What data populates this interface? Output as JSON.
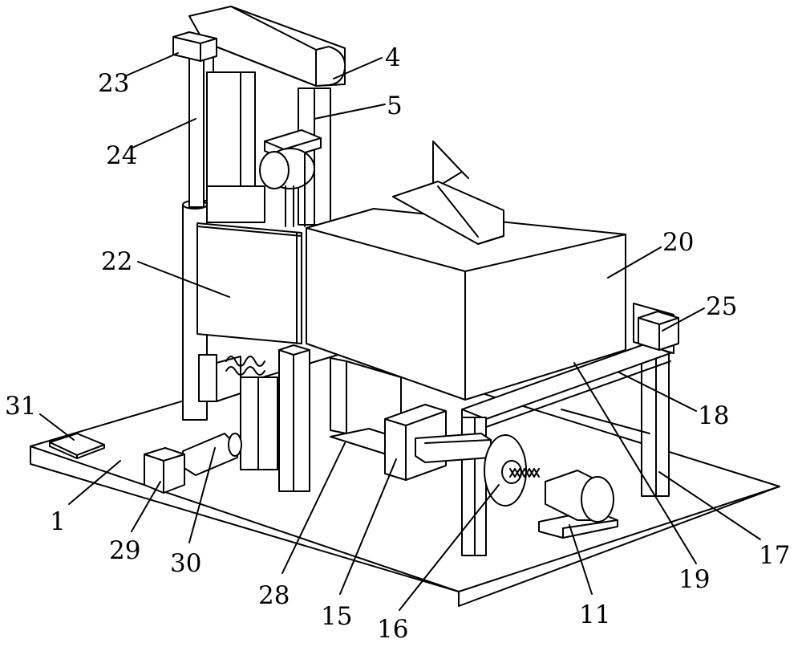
{
  "labels": {
    "l1": "1",
    "l4": "4",
    "l5": "5",
    "l11": "11",
    "l15": "15",
    "l16": "16",
    "l17": "17",
    "l18": "18",
    "l19": "19",
    "l20": "20",
    "l22": "22",
    "l23": "23",
    "l24": "24",
    "l25": "25",
    "l28": "28",
    "l29": "29",
    "l30": "30",
    "l31": "31"
  }
}
